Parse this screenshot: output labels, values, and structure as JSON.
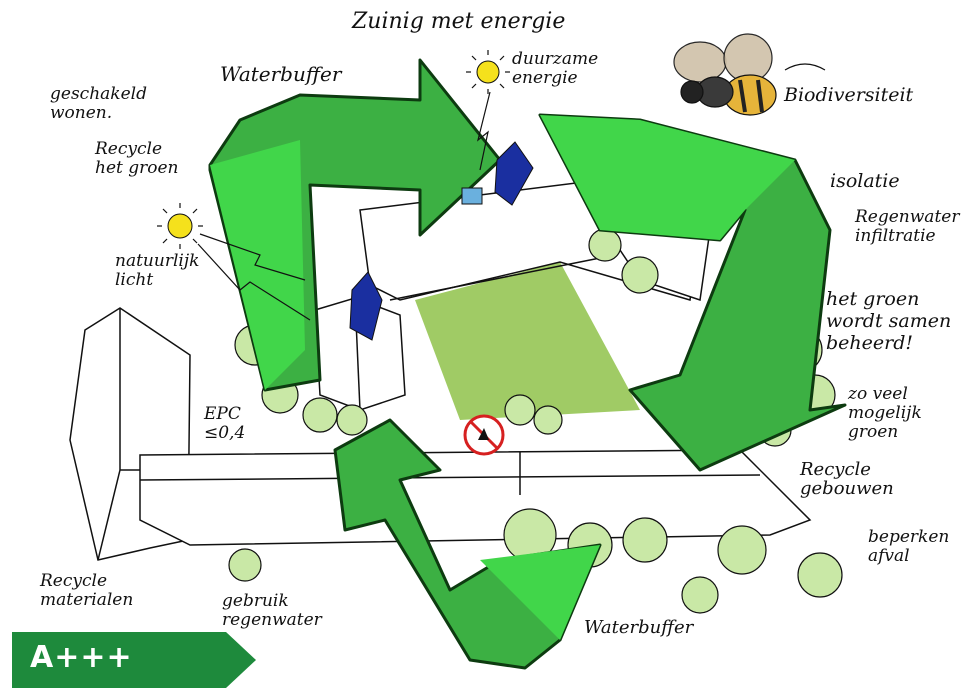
{
  "title": "Zuinig met energie",
  "labels": {
    "geschakeld": "geschakeld wonen.",
    "waterbuffer_top": "Waterbuffer",
    "duurzame": "duurzame energie",
    "biodiversiteit": "Biodiversiteit",
    "recycle_groen": "Recycle het groen",
    "isolatie": "isolatie",
    "regenwater_infiltratie": "Regenwater infiltratie",
    "natuurlijk_licht": "natuurlijk licht",
    "groen_samen": "het groen wordt samen beheerd!",
    "zo_veel": "zo veel mogelijk groen",
    "epc": "EPC ≤0,4",
    "recycle_gebouwen": "Recycle gebouwen",
    "beperken_afval": "beperken afval",
    "recycle_materialen": "Recycle materialen",
    "gebruik_regenwater": "gebruik regenwater",
    "waterbuffer_bottom": "Waterbuffer"
  },
  "rating": {
    "label": "A+++",
    "color": "#1e8a3c"
  },
  "colors": {
    "arrow_dark": "#3cb043",
    "arrow_light": "#41d64a",
    "courtyard": "#8fc24a",
    "tree": "#c9e8a6",
    "solar": "#1a2fa0",
    "sun": "#f5e11c"
  },
  "icons": [
    "sun-icon",
    "solar-panel-icon",
    "bee-icon",
    "no-littering-icon",
    "tree-icon"
  ]
}
